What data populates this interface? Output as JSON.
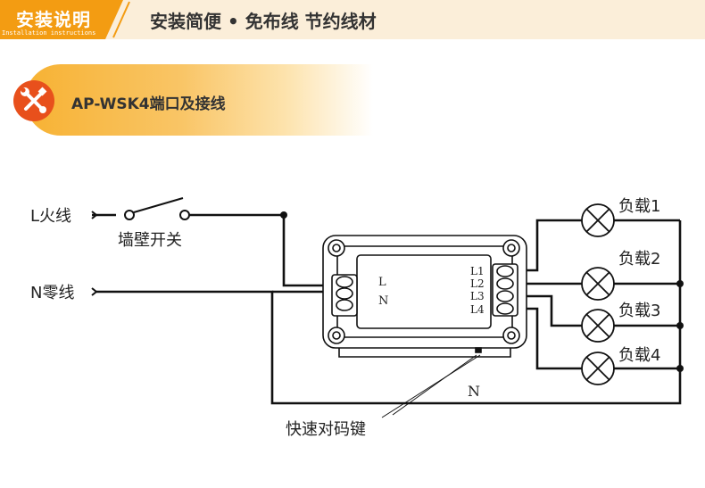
{
  "header": {
    "tab_title": "安装说明",
    "tab_subtitle": "Installation instructions",
    "title": "安装简便 • 免布线  节约线材"
  },
  "section": {
    "title": "AP-WSK4端口及接线",
    "icon": "wrench-screwdriver-icon"
  },
  "diagram": {
    "live_wire_label": "L火线",
    "neutral_wire_label": "N零线",
    "wall_switch_label": "墙壁开关",
    "device_input_l": "L",
    "device_input_n": "N",
    "outputs": [
      "L1",
      "L2",
      "L3",
      "L4"
    ],
    "loads": [
      "负载1",
      "负载2",
      "负载3",
      "负载4"
    ],
    "neutral_return_label": "N",
    "pairing_button_label": "快速对码键"
  },
  "colors": {
    "accent_orange": "#f39c12",
    "badge_red": "#e8501c",
    "header_bg": "#fbeed9"
  }
}
